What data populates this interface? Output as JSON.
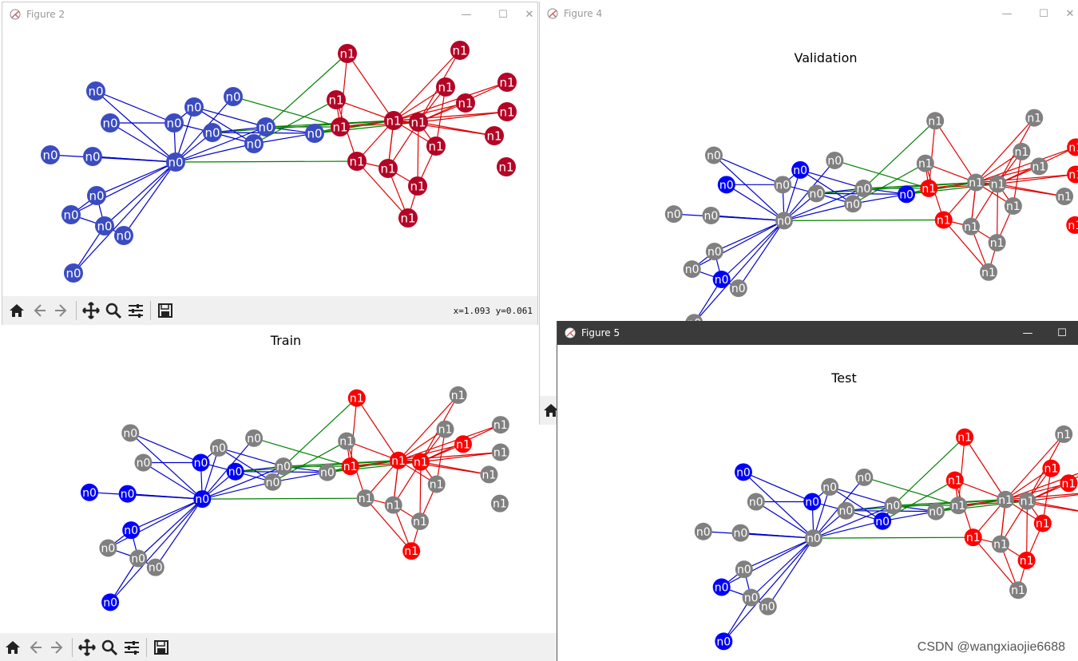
{
  "windows": {
    "fig2": {
      "title": "Figure 2",
      "coords": "x=1.093 y=0.061"
    },
    "fig4": {
      "title": "Figure 4"
    },
    "fig5": {
      "title": "Figure 5"
    },
    "train": {}
  },
  "plots": {
    "fig2": {
      "title": "",
      "labels": [
        "n0",
        "n0",
        "n0",
        "n0",
        "n0",
        "n0",
        "n0",
        "n0",
        "n0",
        "n0",
        "n0",
        "n0",
        "n0",
        "n0",
        "n0",
        "n0",
        "n0",
        "n1",
        "n1",
        "n1",
        "n1",
        "n1",
        "n1",
        "n1",
        "n1",
        "n1",
        "n1",
        "n1",
        "n1",
        "n1",
        "n1",
        "n1",
        "n1",
        "n1"
      ]
    },
    "train": {
      "title": "Train"
    },
    "validation": {
      "title": "Validation"
    },
    "test": {
      "title": "Test"
    }
  },
  "colors": {
    "class0": "#3b4cc0",
    "class1": "#b40426",
    "gray": "#808080",
    "blue": "#0000ff",
    "red": "#ff0000",
    "edge_inter": "#008000"
  },
  "watermark": "CSDN @wangxiaojie6688"
}
